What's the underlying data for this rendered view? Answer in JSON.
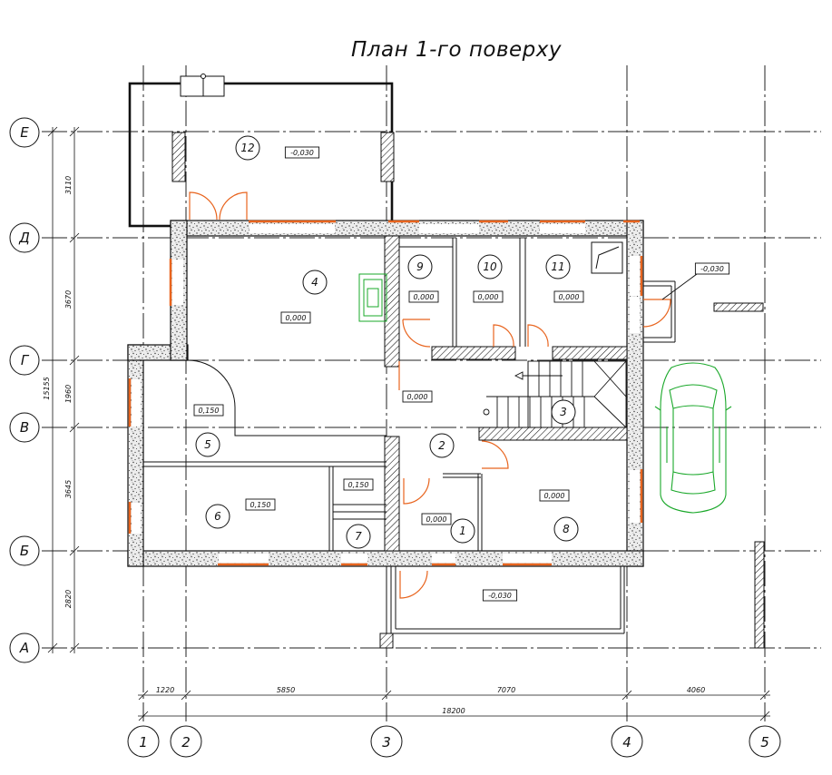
{
  "title": "План 1-го поверху",
  "axes_letters": [
    "Е",
    "Д",
    "Г",
    "В",
    "Б",
    "А"
  ],
  "axes_numbers": [
    "1",
    "2",
    "3",
    "4",
    "5"
  ],
  "rooms": [
    {
      "num": "1",
      "level": "0,000"
    },
    {
      "num": "2",
      "level": "0,000"
    },
    {
      "num": "3",
      "level": ""
    },
    {
      "num": "4",
      "level": "0,000"
    },
    {
      "num": "5",
      "level": "0,150"
    },
    {
      "num": "6",
      "level": "0,150"
    },
    {
      "num": "7",
      "level": "0,150"
    },
    {
      "num": "8",
      "level": "0,000"
    },
    {
      "num": "9",
      "level": "0,000"
    },
    {
      "num": "10",
      "level": "0,000"
    },
    {
      "num": "11",
      "level": "0,000"
    },
    {
      "num": "12",
      "level": "-0,030"
    }
  ],
  "extra_levels": {
    "entrance_right": "-0,030",
    "entrance_bottom": "-0,030"
  },
  "dims_horizontal": {
    "d12": "1220",
    "d23": "5850",
    "d34": "7070",
    "d45": "4060",
    "total": "18200"
  },
  "dims_vertical": {
    "eд": "3110",
    "дг": "3670",
    "гв": "1960",
    "вб": "3645",
    "ба": "2820",
    "total": "15155"
  },
  "colors": {
    "window": "#e8641e",
    "car": "#1aa82a"
  }
}
